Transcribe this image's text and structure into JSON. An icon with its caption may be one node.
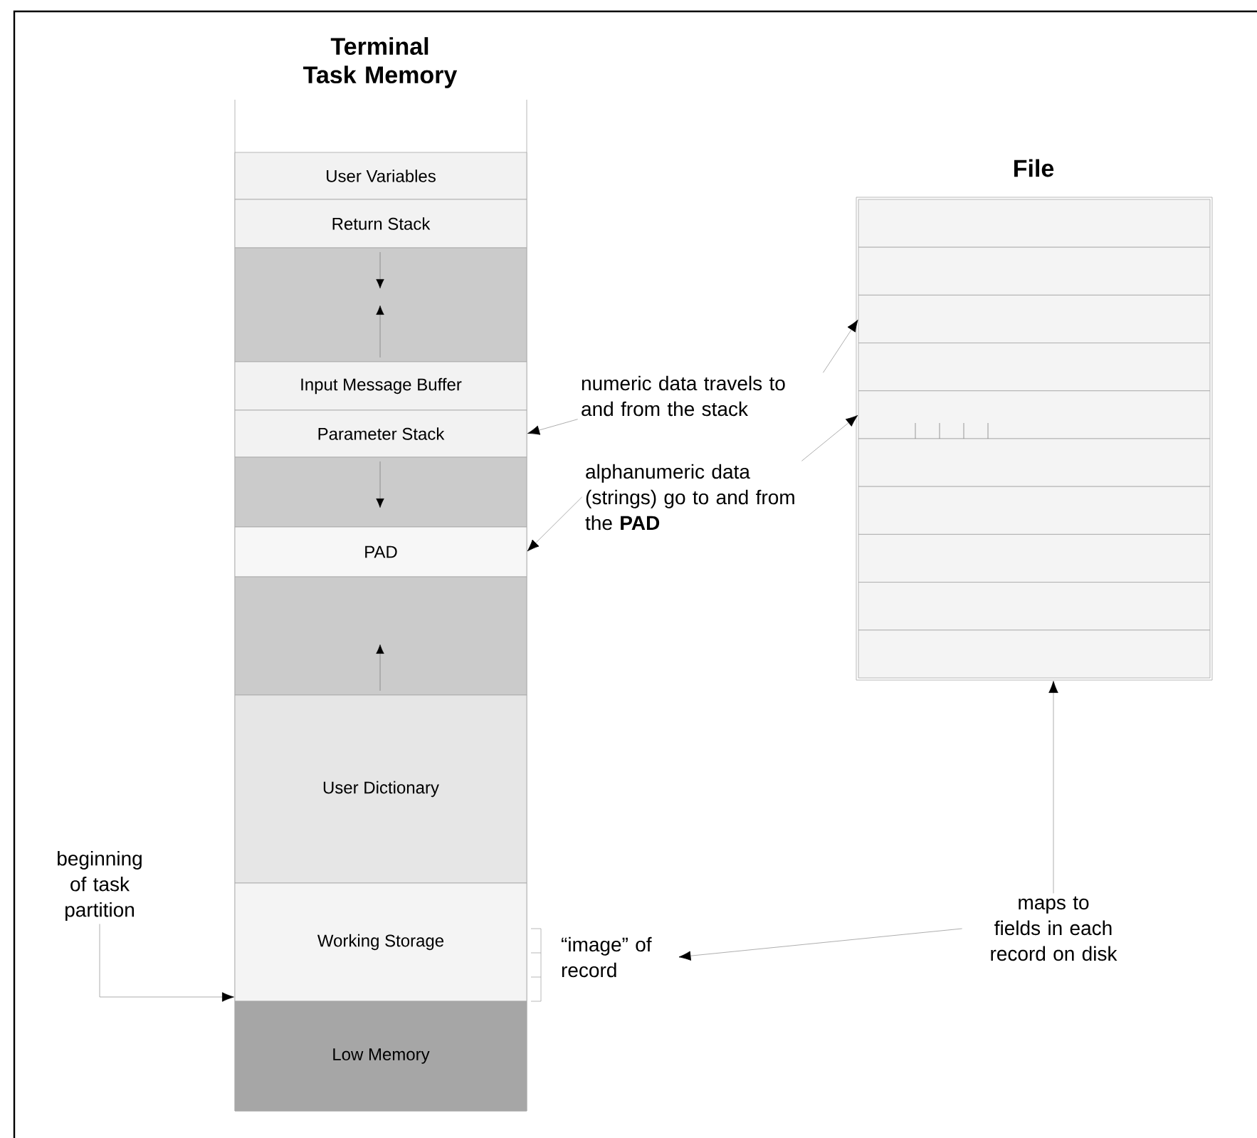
{
  "diagram": {
    "nodes": [
      {
        "text": [
          "Terminal Task Memory"
        ]
      },
      {
        "text": [
          "User Variables"
        ],
        "in": 0
      },
      {
        "text": [
          "Return Stack"
        ],
        "in": 0
      },
      {
        "text": [],
        "shape": "bar",
        "in": 0
      },
      {
        "text": [
          "Input Message Buffer"
        ],
        "in": 0
      },
      {
        "text": [
          "Parameter Stack"
        ],
        "in": 0
      },
      {
        "text": [],
        "shape": "bar",
        "in": 0
      },
      {
        "text": [
          "PAD"
        ],
        "in": 0
      },
      {
        "text": [],
        "shape": "bar",
        "in": 0
      },
      {
        "text": [
          "User Dictionary"
        ],
        "in": 0
      },
      {
        "text": [
          "Working Storage"
        ],
        "in": 0
      },
      {
        "text": [
          "Low Memory"
        ],
        "in": 0
      },
      {
        "text": [
          "File"
        ]
      },
      {
        "text": [],
        "shape": "box",
        "in": 12
      },
      {
        "text": [],
        "shape": "box",
        "in": 12
      },
      {
        "text": [],
        "shape": "box",
        "in": 12
      },
      {
        "text": [],
        "shape": "box",
        "in": 12
      },
      {
        "text": [],
        "shape": "box",
        "in": 12
      },
      {
        "text": [],
        "shape": "box",
        "in": 12
      },
      {
        "text": [],
        "shape": "box",
        "in": 12
      },
      {
        "text": [],
        "shape": "box",
        "in": 12
      },
      {
        "text": [],
        "shape": "box",
        "in": 12
      },
      {
        "text": [],
        "shape": "box",
        "in": 12
      },
      {
        "text": [
          "numeric data travels to and from the stack"
        ]
      },
      {
        "text": [
          "alphanumeric data (strings) go to and from the **PAD**"
        ]
      },
      {
        "text": [
          "“image” of record"
        ]
      },
      {
        "text": [
          "maps to fields in each record on disk"
        ]
      },
      {
        "text": [
          "beginning of task partition"
        ]
      }
    ],
    "edges": [
      {
        "from": 23,
        "to": 5,
        "arrow": "to"
      },
      {
        "from": 23,
        "to": 15,
        "arrow": "to"
      },
      {
        "from": 24,
        "to": 7,
        "arrow": "to"
      },
      {
        "from": 24,
        "to": 17,
        "arrow": "to"
      },
      {
        "from": 26,
        "to": 12,
        "arrow": "to"
      },
      {
        "from": 26,
        "to": 25,
        "arrow": "to"
      },
      {
        "from": 27,
        "to": 10,
        "arrow": "to"
      }
    ]
  }
}
